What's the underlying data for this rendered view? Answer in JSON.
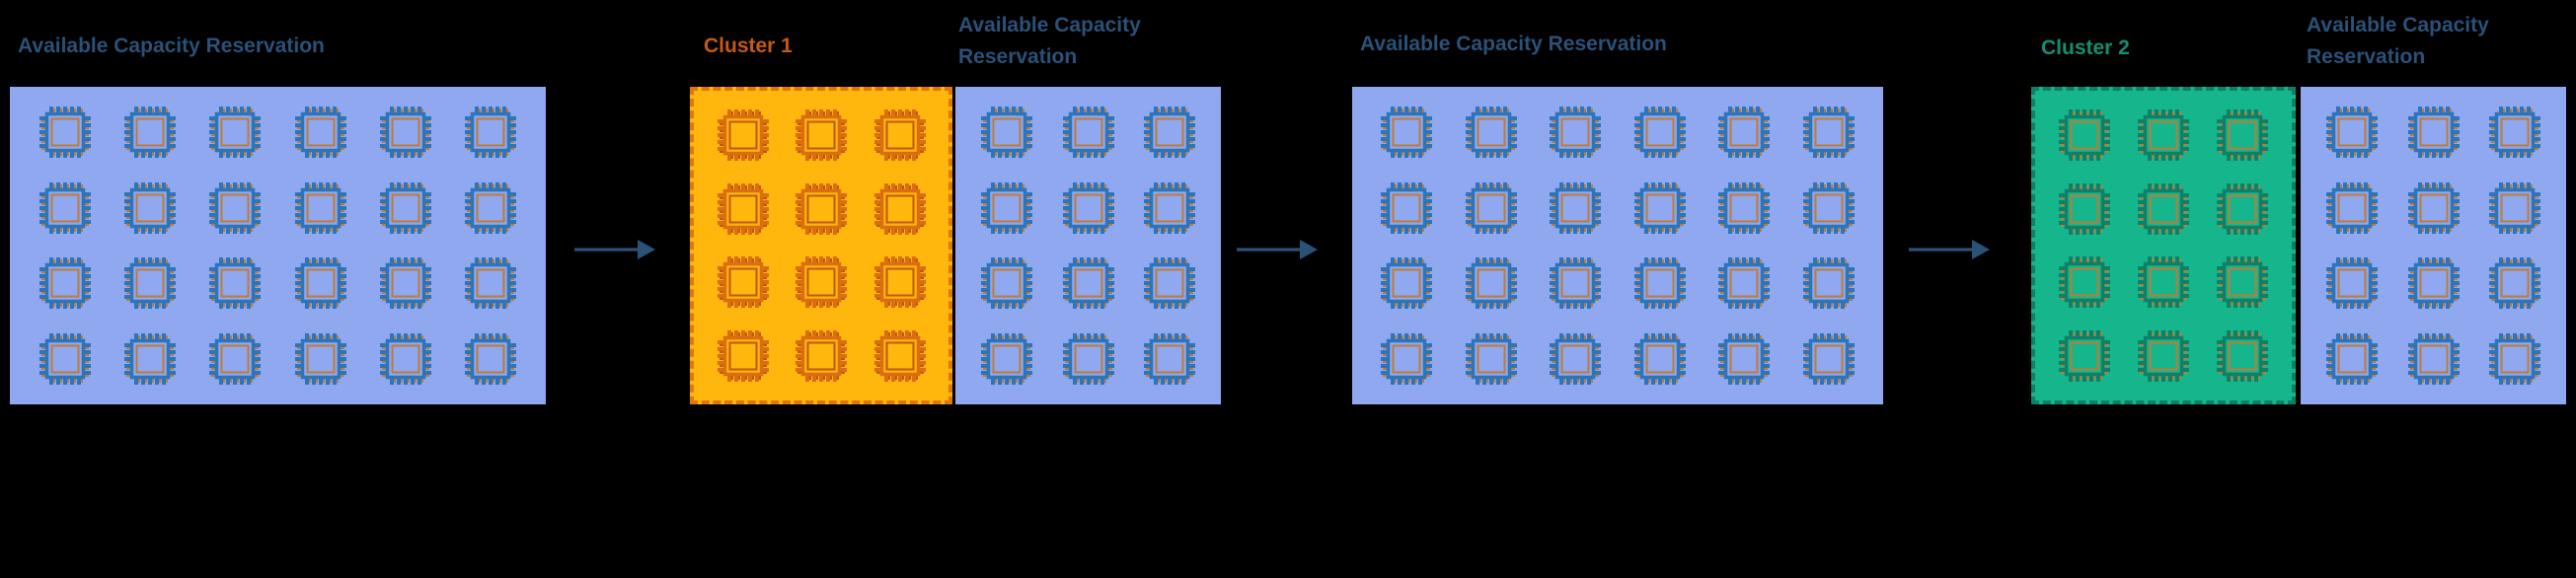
{
  "background": "#000000",
  "colors": {
    "title_navy": "#2A5178",
    "arrow": "#2A5178",
    "reservation_fill": "#8FA8F0",
    "cluster1_fill": "#FFB60D",
    "cluster1_border": "#E2750C",
    "cluster1_label": "#C55A11",
    "cluster2_fill": "#16B68C",
    "cluster2_border": "#0E8066",
    "cluster2_label": "#148D72"
  },
  "chip_schemes": {
    "blue": {
      "fill": "#8FA8F0",
      "main": "#2E74B8",
      "accent": "#BF7B35"
    },
    "orange": {
      "fill": "#FFB60D",
      "main": "#DB6E11",
      "accent": "#BC5A0C"
    },
    "green": {
      "fill": "#16B68C",
      "main": "#0F8066",
      "accent": "#BF7B35"
    }
  },
  "stages": {
    "stage1": {
      "title": "Available Capacity Reservation",
      "grid": {
        "cols": 6,
        "rows": 4,
        "scheme": "blue",
        "chip_count": 24
      }
    },
    "stage2": {
      "cluster_label": "Cluster 1",
      "cluster_grid": {
        "cols": 3,
        "rows": 4,
        "scheme": "orange",
        "chip_count": 12
      },
      "reservation_label": "Available Capacity Reservation",
      "reservation_grid": {
        "cols": 3,
        "rows": 4,
        "scheme": "blue",
        "chip_count": 12
      }
    },
    "stage3": {
      "title": "Available Capacity Reservation",
      "grid": {
        "cols": 6,
        "rows": 4,
        "scheme": "blue",
        "chip_count": 24
      }
    },
    "stage4": {
      "cluster_label": "Cluster 2",
      "cluster_grid": {
        "cols": 3,
        "rows": 4,
        "scheme": "green",
        "chip_count": 12
      },
      "reservation_label": "Available Capacity Reservation",
      "reservation_grid": {
        "cols": 3,
        "rows": 4,
        "scheme": "blue",
        "chip_count": 12
      }
    }
  },
  "icons": {
    "chip": "processor-chip-icon",
    "arrow": "right-arrow-icon"
  }
}
